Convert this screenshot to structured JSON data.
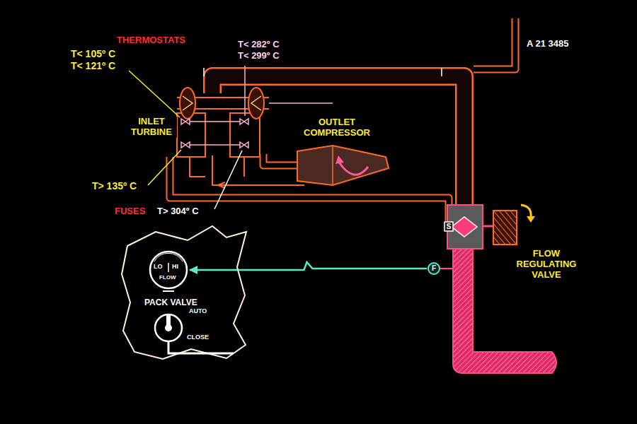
{
  "diagram": {
    "nodes": [
      {
        "text": [
          "PACK VALVE",
          "AUTO",
          "CLOSE"
        ]
      },
      {
        "text": [
          "LO",
          "HI",
          "FLOW"
        ],
        "in": 0
      },
      {
        "text": [
          "F"
        ]
      },
      {
        "text": [
          "S"
        ]
      }
    ],
    "edges": [
      {
        "from": 2,
        "to": 1,
        "arrow": "to"
      }
    ],
    "labels": [
      "THERMOSTATS",
      "T< 105º C",
      "T< 121º C",
      "T< 282º C",
      "T< 299º C",
      "A 21 3485",
      "INLET TURBINE",
      "OUTLET COMPRESSOR",
      "T> 135º C",
      "FUSES",
      "T> 304º C",
      "FLOW REGULATING VALVE"
    ]
  }
}
